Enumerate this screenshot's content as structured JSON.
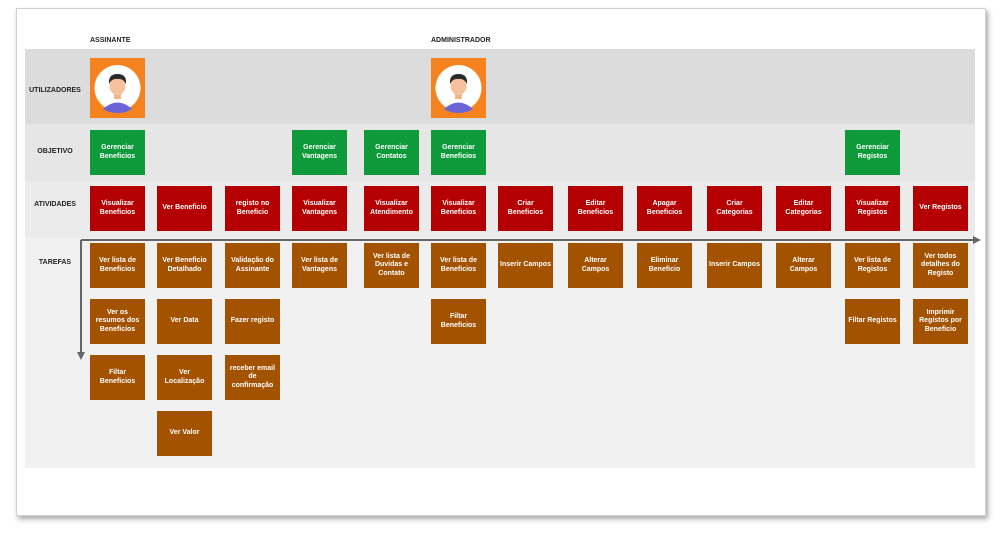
{
  "headers": {
    "assinante": "ASSINANTE",
    "administrador": "ADMINISTRADOR"
  },
  "row_labels": {
    "utilizadores": "UTILIZADORES",
    "objetivo": "OBJETIVO",
    "atividades": "ATIVIDADES",
    "tarefas": "TAREFAS"
  },
  "objetivos": [
    "Gerenciar Beneficios",
    "Gerenciar Vantagens",
    "Gerenciar Contatos",
    "Gerenciar Beneficios",
    "Gerenciar Registos"
  ],
  "atividades": [
    "Visualizar Beneficios",
    "Ver Beneficio",
    "registo no Beneficio",
    "Visualizar Vantagens",
    "Visualizar Atendimento",
    "Visualizar Beneficios",
    "Criar Beneficios",
    "Editar Beneficios",
    "Apagar Beneficios",
    "Criar Categorias",
    "Editar Categorias",
    "Visualizar Registos",
    "Ver Registos"
  ],
  "tarefas": [
    "Ver lista de Beneficios",
    "Ver os resumos dos Beneficios",
    "Filtar Beneficios",
    "Ver Beneficio Detalhado",
    "Ver Data",
    "Ver Localização",
    "Ver Valor",
    "Validação do Assinante",
    "Fazer registo",
    "receber email de confirmação",
    "Ver lista de Vantagens",
    "Ver lista de Duvidas e Contato",
    "Ver lista de Beneficios",
    "Filtar Beneficios",
    "Inserir Campos",
    "Alterar Campos",
    "Eliminar Beneficio",
    "Inserir Campos",
    "Alterar Campos",
    "Ver lista de Registos",
    "Filtar Registos",
    "Ver todos detalhes do Registo",
    "Imprimir Registos por Beneficio"
  ],
  "colors": {
    "objetivo": "#0e9a3a",
    "atividade": "#b40000",
    "tarefa": "#a35200",
    "persona_bg": "#f6821e"
  }
}
